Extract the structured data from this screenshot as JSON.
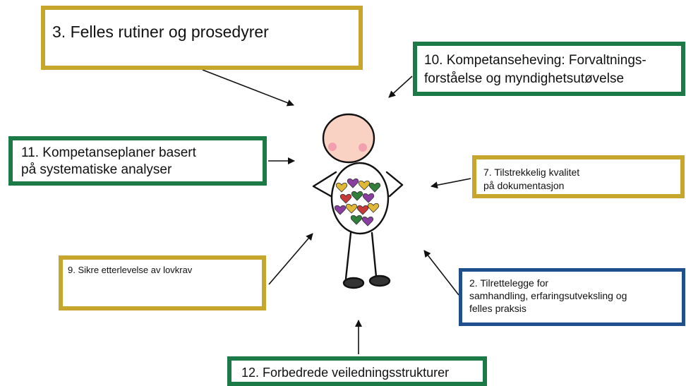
{
  "boxes": {
    "b3": {
      "lines": [
        "3. Felles rutiner og prosedyrer"
      ],
      "color": "#c6a62d"
    },
    "b10": {
      "lines": [
        "10. Kompetanseheving: Forvaltnings-",
        "forståelse og myndighetsutøvelse"
      ],
      "color": "#1b7a45"
    },
    "b11": {
      "lines": [
        "11. Kompetanseplaner basert",
        "på systematiske analyser"
      ],
      "color": "#1b7a45"
    },
    "b7": {
      "lines": [
        "7. Tilstrekkelig kvalitet",
        "på dokumentasjon"
      ],
      "color": "#c6a62d"
    },
    "b9": {
      "lines": [
        "9. Sikre etterlevelse av lovkrav"
      ],
      "color": "#c6a62d"
    },
    "b2": {
      "lines": [
        "2. Tilrettelegge for",
        "samhandling, erfaringsutveksling og",
        "felles praksis"
      ],
      "color": "#1f4f8c"
    },
    "b12": {
      "lines": [
        "12. Forbedrede veiledningsstrukturer"
      ],
      "color": "#1b7a45"
    }
  },
  "figure": {
    "icon": "stick-figure-with-heart-pattern-belly"
  }
}
